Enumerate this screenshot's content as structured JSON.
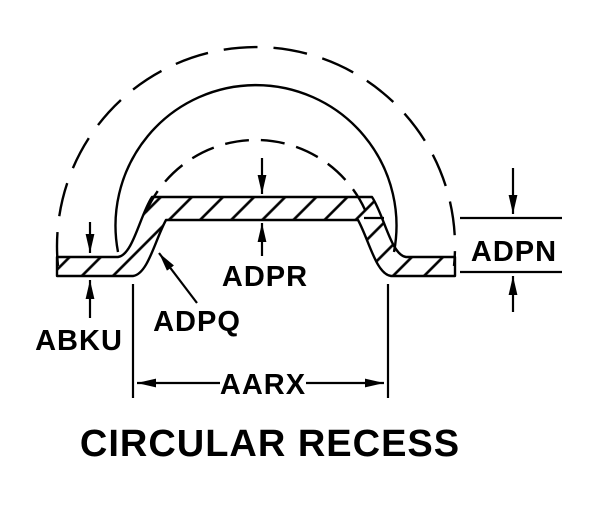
{
  "diagram": {
    "title": "CIRCULAR RECESS",
    "ink_color": "#000000",
    "background_color": "#ffffff",
    "labels": {
      "abku": "ABKU",
      "adpq": "ADPQ",
      "adpr": "ADPR",
      "adpn": "ADPN",
      "aarx": "AARX"
    }
  }
}
